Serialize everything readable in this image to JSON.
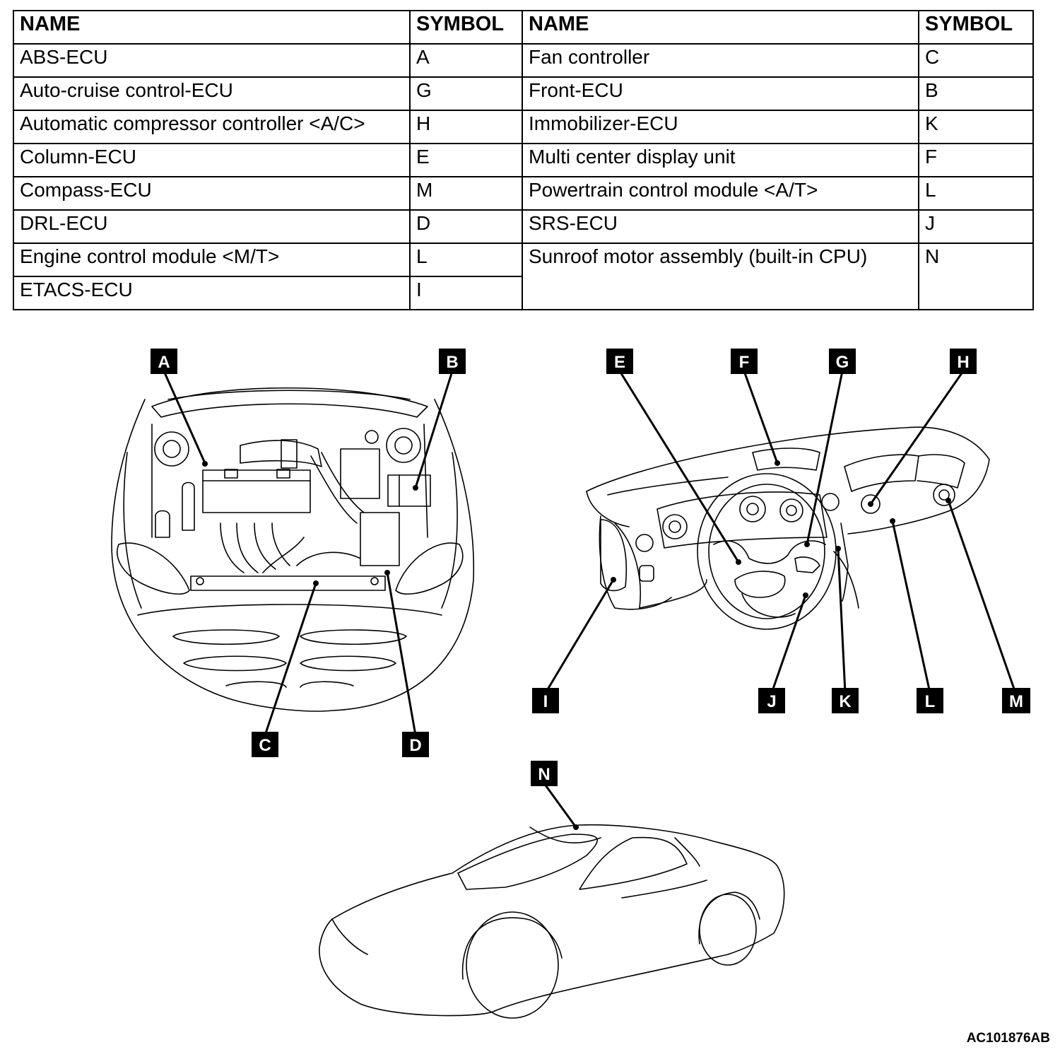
{
  "table": {
    "headers": [
      "NAME",
      "SYMBOL",
      "NAME",
      "SYMBOL"
    ],
    "left": [
      {
        "name": "ABS-ECU",
        "symbol": "A"
      },
      {
        "name": "Auto-cruise control-ECU",
        "symbol": "G"
      },
      {
        "name": "Automatic compressor controller <A/C>",
        "symbol": "H"
      },
      {
        "name": "Column-ECU",
        "symbol": "E"
      },
      {
        "name": "Compass-ECU",
        "symbol": "M"
      },
      {
        "name": "DRL-ECU",
        "symbol": "D"
      },
      {
        "name": "Engine control module <M/T>",
        "symbol": "L"
      },
      {
        "name": "ETACS-ECU",
        "symbol": "I"
      }
    ],
    "right": [
      {
        "name": "Fan controller",
        "symbol": "C"
      },
      {
        "name": "Front-ECU",
        "symbol": "B"
      },
      {
        "name": "Immobilizer-ECU",
        "symbol": "K"
      },
      {
        "name": "Multi center display unit",
        "symbol": "F"
      },
      {
        "name": "Powertrain control module <A/T>",
        "symbol": "L"
      },
      {
        "name": "SRS-ECU",
        "symbol": "J"
      },
      {
        "name": "Sunroof motor assembly (built-in CPU)",
        "symbol": "N"
      }
    ]
  },
  "callouts": {
    "engine_bay": [
      "A",
      "B",
      "C",
      "D"
    ],
    "dashboard": [
      "E",
      "F",
      "G",
      "H",
      "I",
      "J",
      "K",
      "L",
      "M"
    ],
    "vehicle": [
      "N"
    ]
  },
  "doc_code": "AC101876AB"
}
